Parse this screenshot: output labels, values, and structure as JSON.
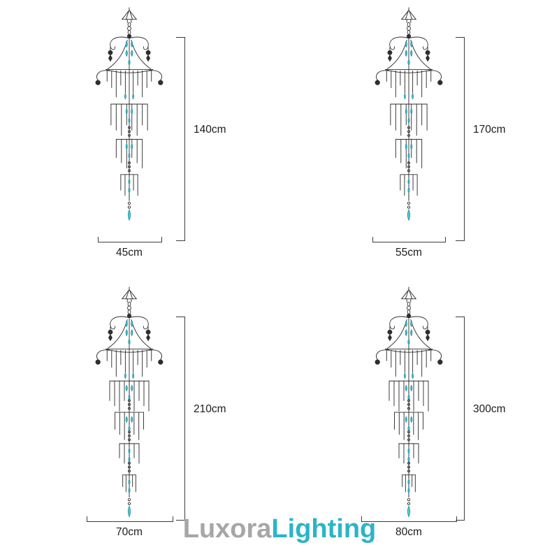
{
  "page": {
    "background": "#ffffff"
  },
  "watermark": {
    "primary": "Luxora",
    "accent": "Lighting"
  },
  "colors": {
    "line": "#2e2e2e",
    "crystal_fill": "#5bcbd8",
    "crystal_stroke": "#1f93a6",
    "dimension_line": "#3c3c3c",
    "label_text": "#1c1c1c",
    "watermark_primary": "#a6a6a6",
    "watermark_accent": "#2cb4c8"
  },
  "products": [
    {
      "height_label": "140cm",
      "width_label": "45cm",
      "height_cm": 140,
      "width_cm": 45
    },
    {
      "height_label": "170cm",
      "width_label": "55cm",
      "height_cm": 170,
      "width_cm": 55
    },
    {
      "height_label": "210cm",
      "width_label": "70cm",
      "height_cm": 210,
      "width_cm": 70
    },
    {
      "height_label": "300cm",
      "width_label": "80cm",
      "height_cm": 300,
      "width_cm": 80
    }
  ]
}
